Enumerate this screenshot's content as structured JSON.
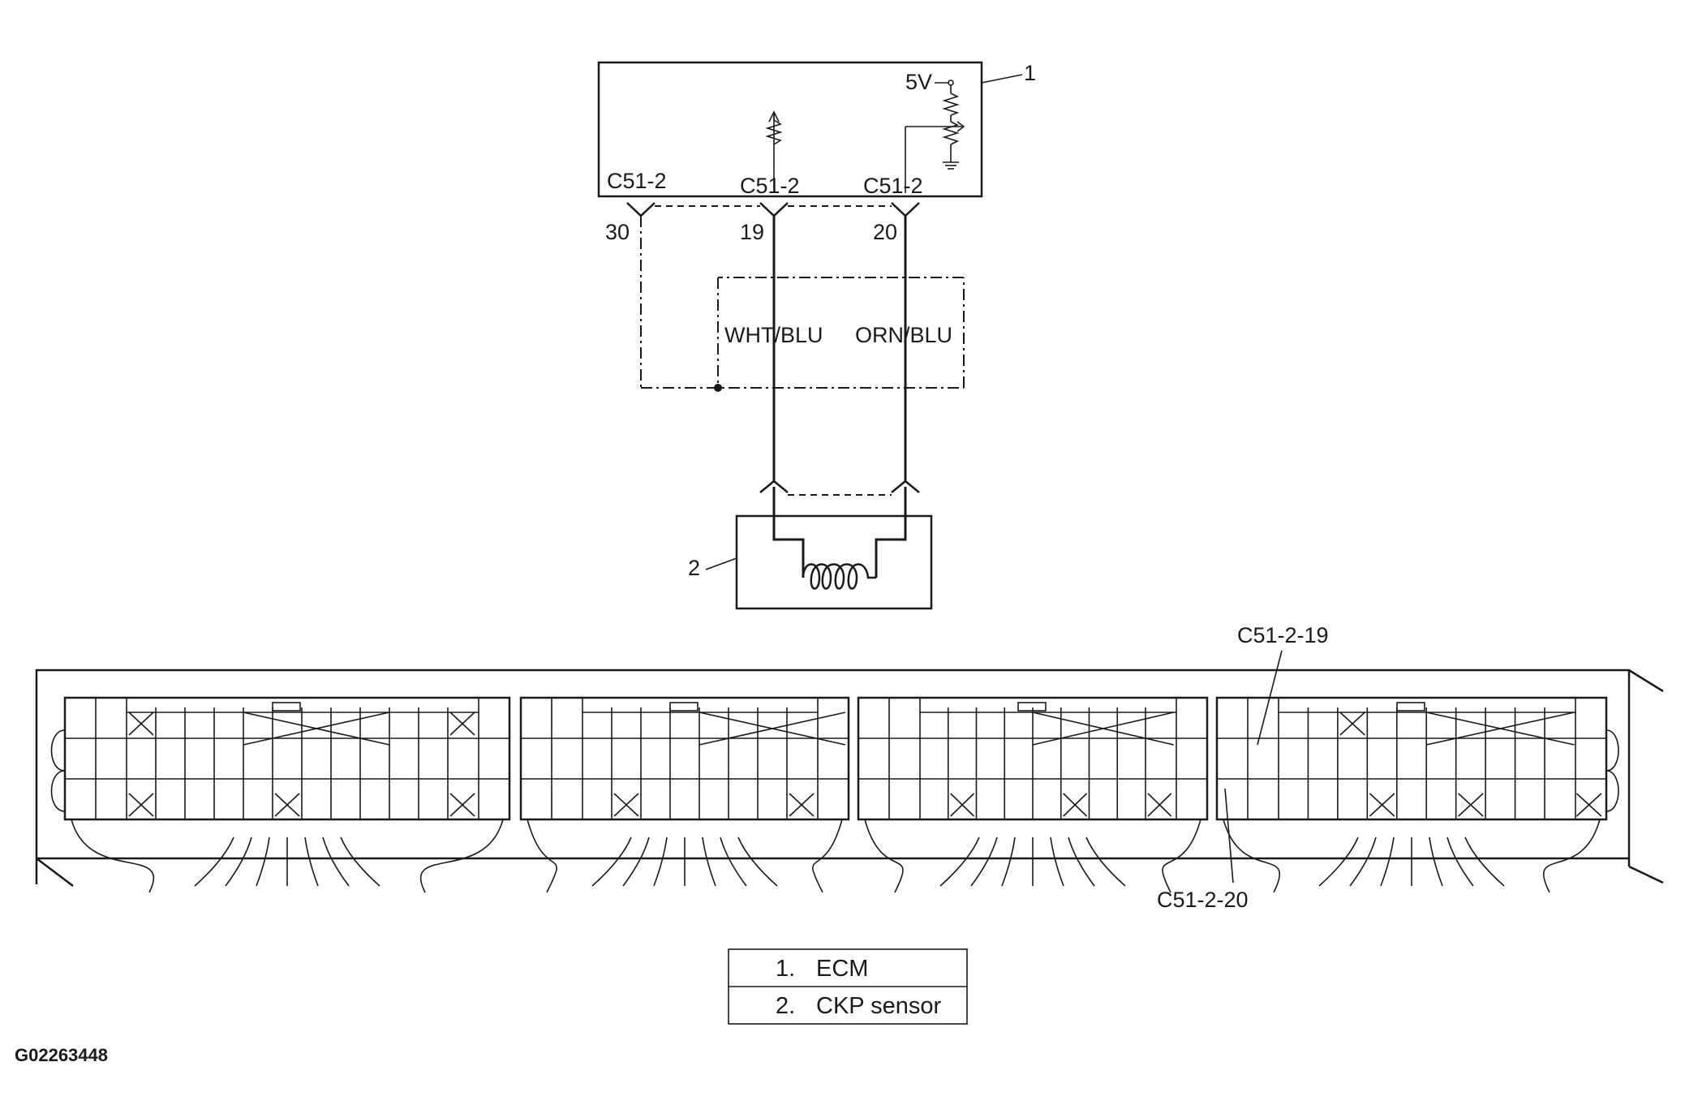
{
  "ecm": {
    "ref_num": "1",
    "voltage": "5V",
    "connectors": [
      {
        "name": "C51-2",
        "pin": "30"
      },
      {
        "name": "C51-2",
        "pin": "19"
      },
      {
        "name": "C51-2",
        "pin": "20"
      }
    ]
  },
  "wires": {
    "left": "WHT/BLU",
    "right": "ORN/BLU"
  },
  "sensor": {
    "ref_num": "2"
  },
  "pin_callouts": {
    "top": "C51-2-19",
    "bottom": "C51-2-20"
  },
  "legend": [
    {
      "num": "1.",
      "label": "ECM"
    },
    {
      "num": "2.",
      "label": "CKP sensor"
    }
  ],
  "figure_code": "G02263448"
}
